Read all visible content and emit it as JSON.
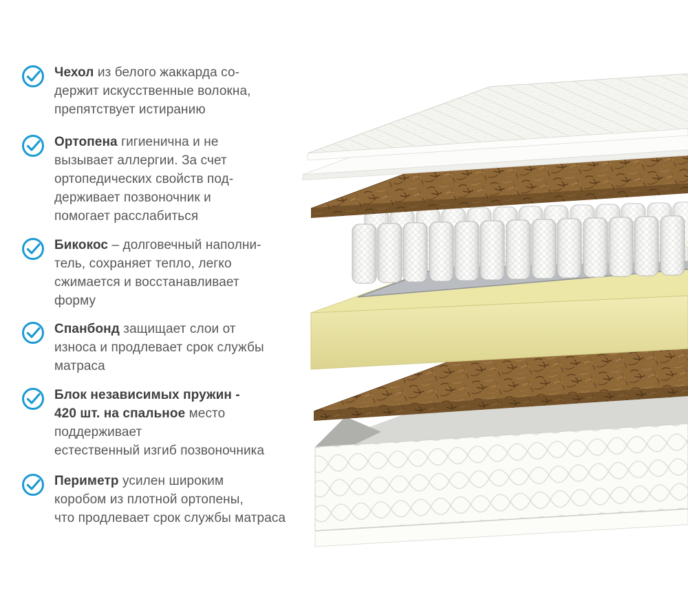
{
  "page": {
    "background": "#ffffff"
  },
  "colors": {
    "accent_blue": "#1b9ad2",
    "text_bold": "#3f3f42",
    "text_regular": "#57575a",
    "coir_brown": "#8f6838",
    "foam_yellow": "#ece7a6"
  },
  "features": [
    {
      "icon": "check-circle-icon",
      "lead": "Чехол",
      "rest": " из белого жаккарда со-\nдержит искусственные волокна,\nпрепятствует истиранию"
    },
    {
      "icon": "check-circle-icon",
      "lead": "Ортопена",
      "rest": " гигиенична и не\nвызывает аллергии. За счет\nортопедических свойств под-\nдерживает позвоночник и\nпомогает расслабиться"
    },
    {
      "icon": "check-circle-icon",
      "lead": "Бикокос",
      "rest": " – долговечный наполни-\nтель, сохраняет тепло, легко\nсжимается и восстанавливает\nформу"
    },
    {
      "icon": "check-circle-icon",
      "lead": "Спанбонд",
      "rest": " защищает слои от\nизноса и продлевает срок службы\nматраса"
    },
    {
      "icon": "check-circle-icon",
      "lead": "Блок независимых пружин -\n420 шт. на спальное",
      "rest": " место\nподдерживает\nестественный изгиб позвоночника"
    },
    {
      "icon": "check-circle-icon",
      "lead": "Периметр",
      "rest": " усилен широким\nкоробом из плотной ортопены,\nчто продлевает срок службы матраса"
    }
  ],
  "illustration": {
    "name": "mattress-layers-exploded",
    "layer_names": [
      "quilted-jacquard-cover",
      "ortho-foam-sheet",
      "bicoconut-layer",
      "independent-springs-block",
      "ortho-foam-perimeter-frame",
      "bicoconut-layer-2",
      "quilted-base-with-border"
    ]
  }
}
